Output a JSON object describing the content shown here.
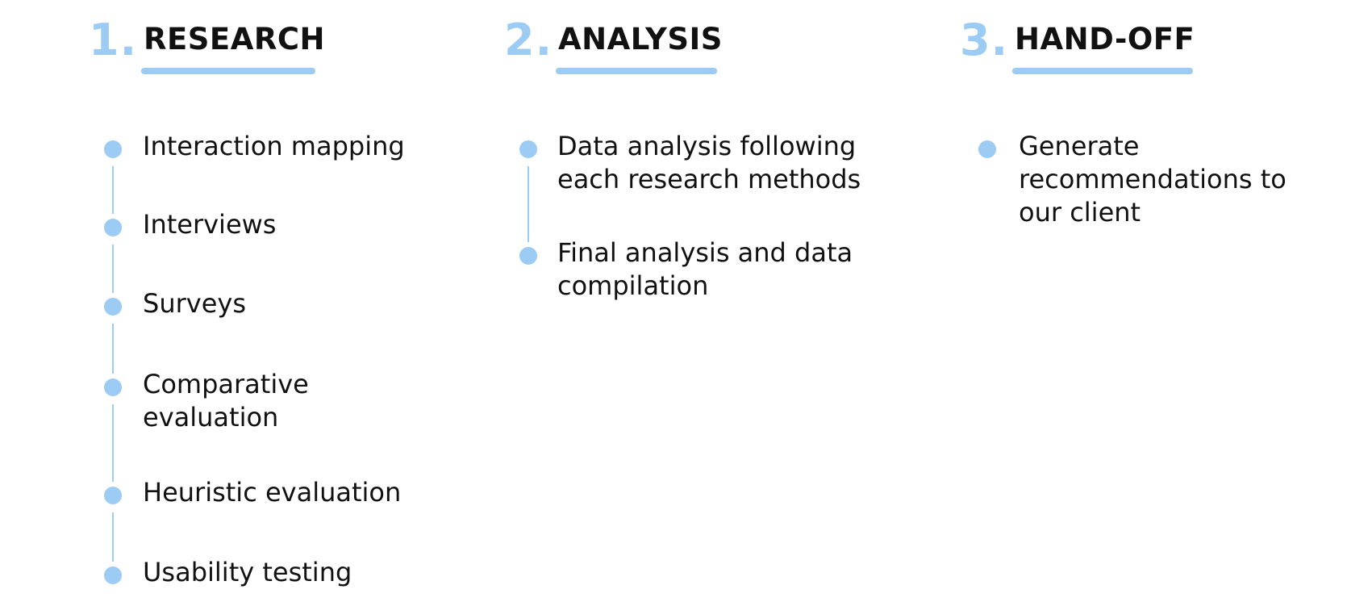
{
  "colors": {
    "accent": "#9ccbf4",
    "text": "#111111"
  },
  "phases": [
    {
      "number": "1.",
      "title": "RESEARCH",
      "steps": [
        {
          "lines": [
            "Interaction mapping"
          ]
        },
        {
          "lines": [
            "Interviews"
          ]
        },
        {
          "lines": [
            "Surveys"
          ]
        },
        {
          "lines": [
            "Comparative",
            "evaluation"
          ]
        },
        {
          "lines": [
            "Heuristic evaluation"
          ]
        },
        {
          "lines": [
            "Usability testing"
          ]
        }
      ]
    },
    {
      "number": "2.",
      "title": "ANALYSIS",
      "steps": [
        {
          "lines": [
            "Data analysis following",
            "each research methods"
          ]
        },
        {
          "lines": [
            "Final analysis and data",
            "compilation"
          ]
        }
      ]
    },
    {
      "number": "3.",
      "title": "HAND-OFF",
      "steps": [
        {
          "lines": [
            "Generate",
            "recommendations to",
            "our client"
          ]
        }
      ]
    }
  ]
}
